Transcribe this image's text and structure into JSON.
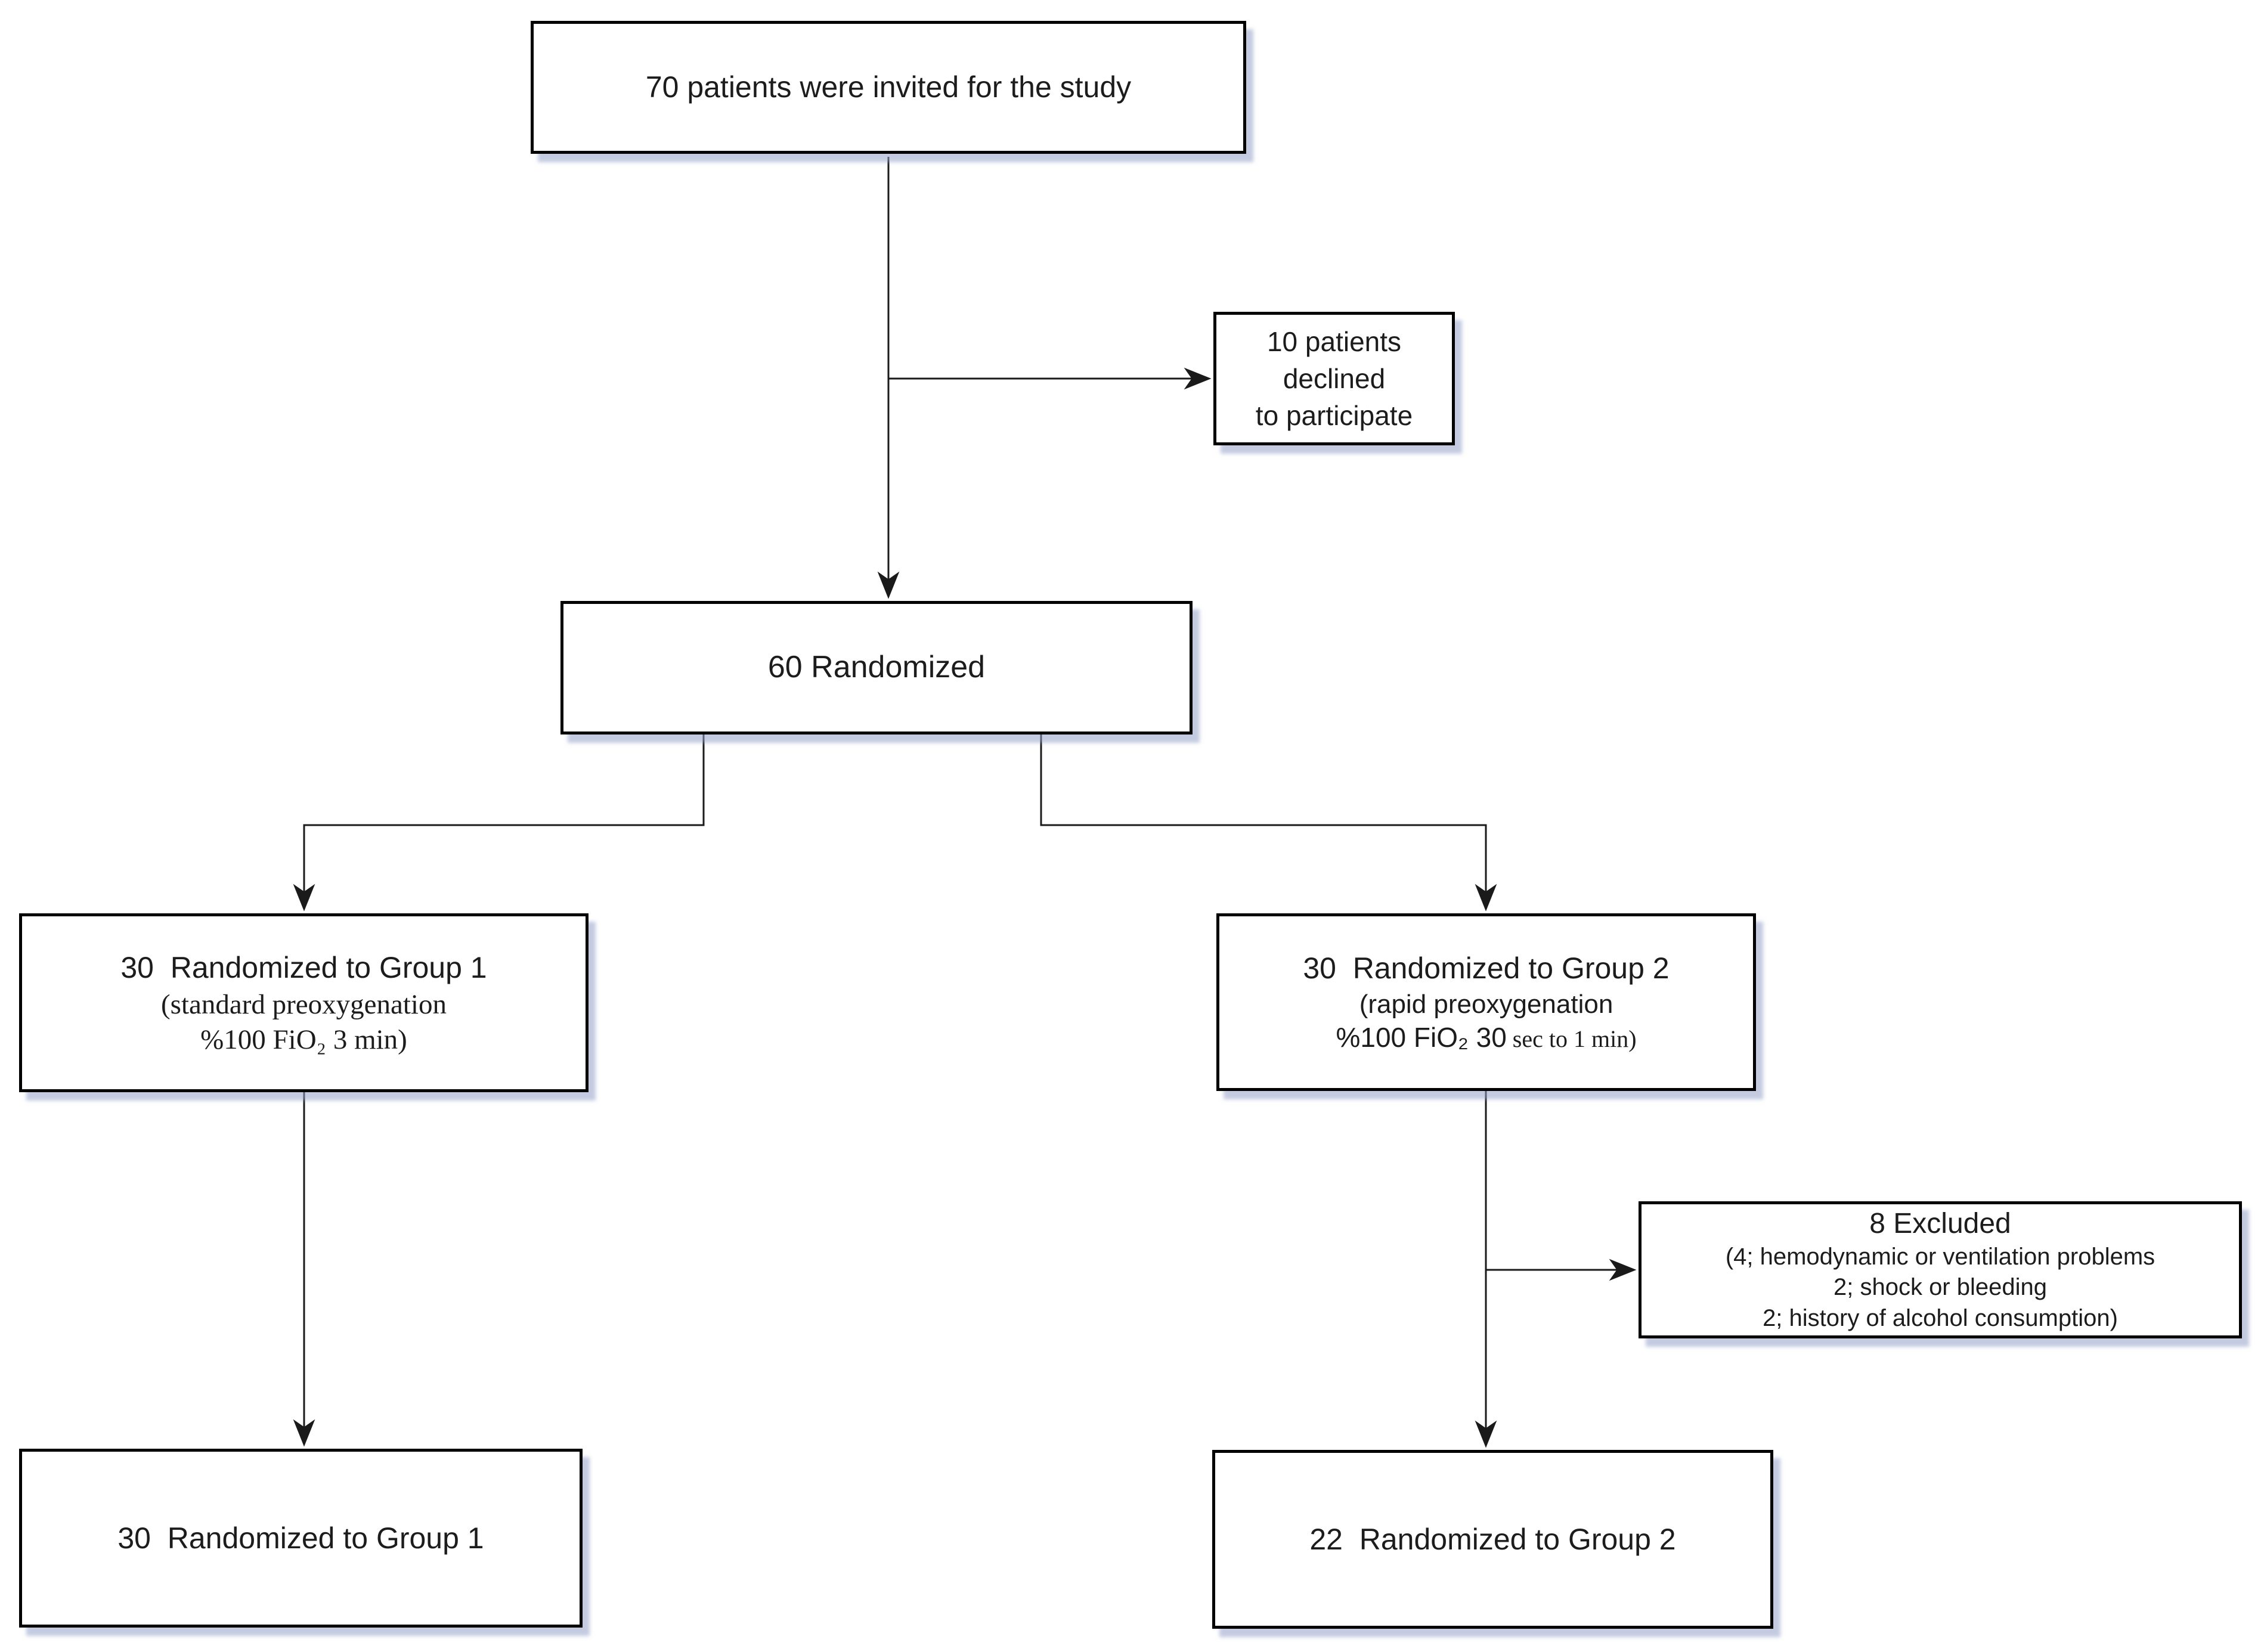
{
  "boxes": {
    "invited": {
      "text": "70 patients were invited for the study"
    },
    "declined": {
      "line1": "10 patients declined",
      "line2": "to participate"
    },
    "randomized": {
      "text": "60 Randomized"
    },
    "group1": {
      "title": "30  Randomized to Group 1",
      "sub1": "(standard preoxygenation",
      "sub2": "%100 FiO₂ 3 min)"
    },
    "group2": {
      "title": "30  Randomized to Group 2",
      "sub1": "(rapid preoxygenation",
      "sub2_main": "%100 FiO₂ 30",
      "sub2_tail": " sec to 1 min)"
    },
    "excluded": {
      "title": "8 Excluded",
      "reason1": "(4; hemodynamic or ventilation problems",
      "reason2": "2; shock or bleeding",
      "reason3": "2; history of alcohol consumption)"
    },
    "group1_final": {
      "text": "30  Randomized to Group 1"
    },
    "group2_final": {
      "text": "22  Randomized to Group 2"
    }
  },
  "colors": {
    "background": "#ffffff",
    "box_border": "#000000",
    "connector": "#1a1a1a",
    "shadow": "#94a0c8",
    "text": "#1c1c1c"
  }
}
